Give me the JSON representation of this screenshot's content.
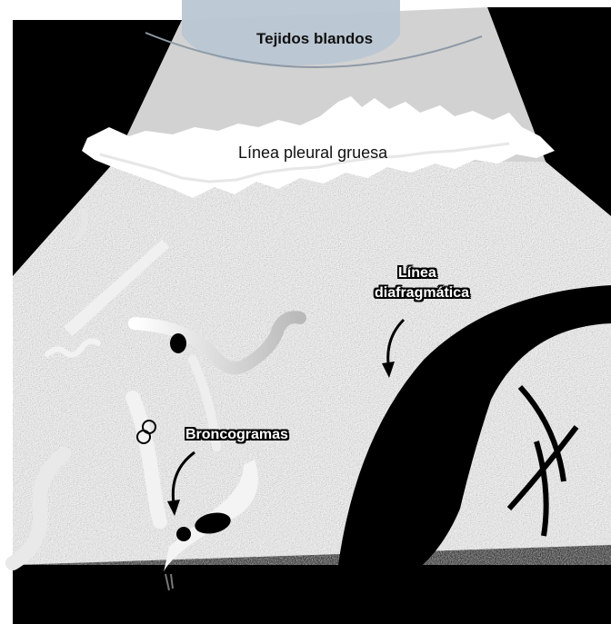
{
  "labels": {
    "soft_tissue": "Tejidos blandos",
    "pleural_line": "Línea pleural gruesa",
    "diaphragm_line_1": "Línea",
    "diaphragm_line_2": "diafragmática",
    "bronchograms": "Broncogramas"
  },
  "colors": {
    "background": "#ffffff",
    "frame": "#000000",
    "soft_tissue_band": "#d2d2d2",
    "probe": "#b9c6d3",
    "pleural_line": "#ffffff",
    "parenchyma_texture": "#8c8c8c",
    "bronchogram": "#f2f2f2"
  }
}
